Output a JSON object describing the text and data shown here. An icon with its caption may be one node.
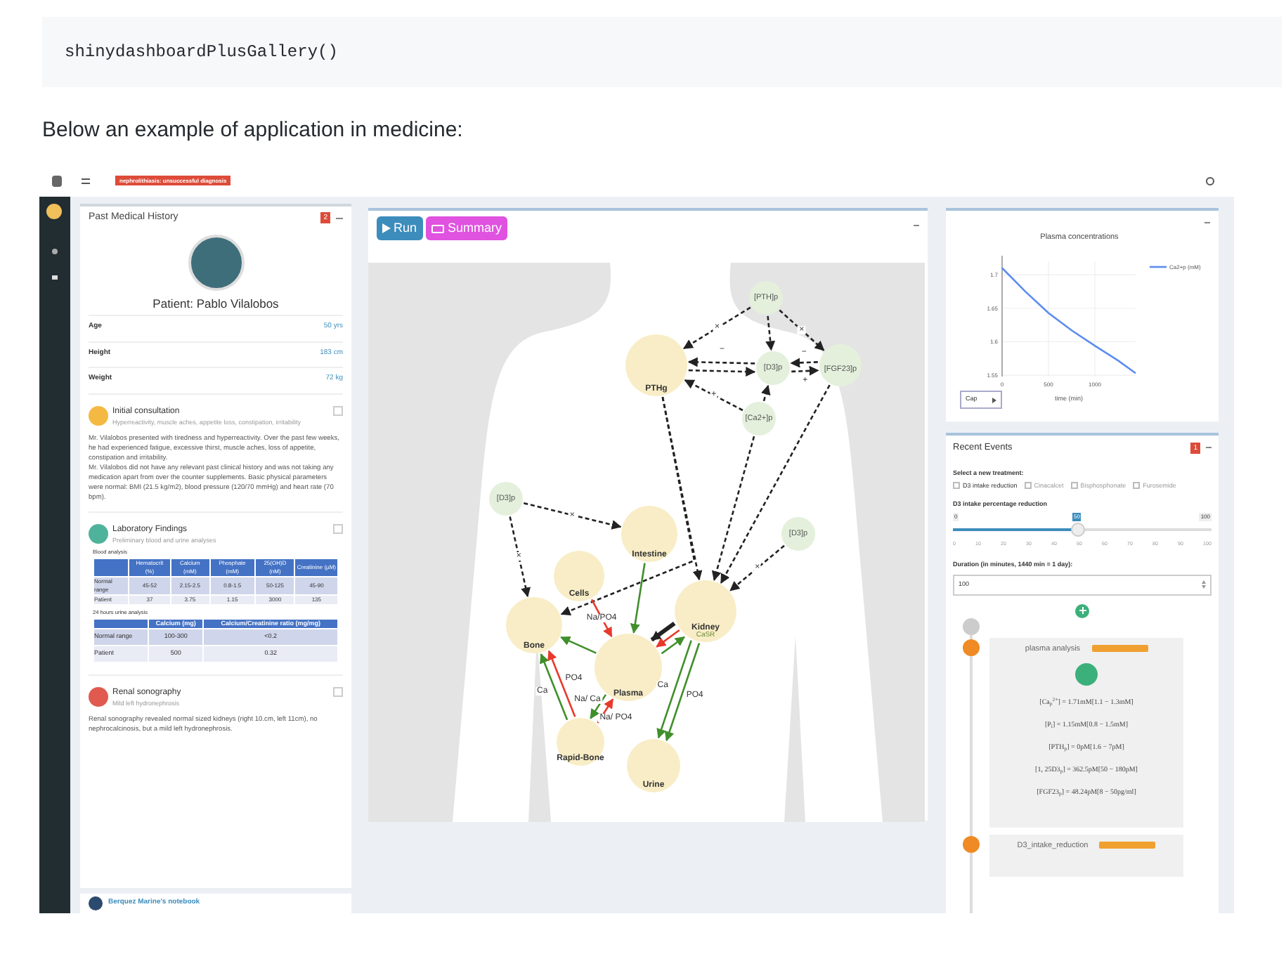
{
  "diagram": {
    "nodes": [
      {
        "text": [
          "PTHg"
        ]
      },
      {
        "text": [
          "[PTH]p"
        ]
      },
      {
        "text": [
          "[D3]p"
        ]
      },
      {
        "text": [
          "[FGF23]p"
        ]
      },
      {
        "text": [
          "[Ca2+]p"
        ]
      },
      {
        "text": [
          "[D3]p"
        ]
      },
      {
        "text": [
          "[D3]p"
        ]
      },
      {
        "text": [
          "Cells"
        ]
      },
      {
        "text": [
          "Intestine"
        ]
      },
      {
        "text": [
          "Bone"
        ]
      },
      {
        "text": [
          "Kidney",
          "CaSR"
        ]
      },
      {
        "text": [
          "Plasma"
        ]
      },
      {
        "text": [
          "Rapid-Bone"
        ]
      },
      {
        "text": [
          "Urine"
        ]
      }
    ],
    "edges": [
      {
        "from": 1,
        "to": 0,
        "arrow": "to",
        "label": "×",
        "style": "dashed"
      },
      {
        "from": 1,
        "to": 2,
        "arrow": "to",
        "style": "dashed"
      },
      {
        "from": 1,
        "to": 3,
        "arrow": "to",
        "label": "×",
        "style": "dashed"
      },
      {
        "from": 2,
        "to": 0,
        "arrow": "to",
        "label": "−",
        "style": "dashed"
      },
      {
        "from": 0,
        "to": 2,
        "arrow": "to",
        "style": "dashed"
      },
      {
        "from": 3,
        "to": 2,
        "arrow": "to",
        "label": "−",
        "style": "dashed"
      },
      {
        "from": 2,
        "to": 3,
        "arrow": "to",
        "label": "+",
        "style": "dashed"
      },
      {
        "from": 4,
        "to": 0,
        "arrow": "to",
        "label": "+",
        "style": "dashed"
      },
      {
        "from": 4,
        "to": 2,
        "arrow": "to",
        "style": "dashed"
      },
      {
        "from": 0,
        "to": 10,
        "arrow": "to",
        "style": "dashed"
      },
      {
        "from": 0,
        "to": 9,
        "arrow": "to",
        "style": "dashed"
      },
      {
        "from": 4,
        "to": 10,
        "arrow": "to",
        "style": "dashed"
      },
      {
        "from": 3,
        "to": 10,
        "arrow": "to",
        "style": "dashed"
      },
      {
        "from": 5,
        "to": 8,
        "arrow": "to",
        "label": "×",
        "style": "dashed"
      },
      {
        "from": 5,
        "to": 9,
        "arrow": "to",
        "label": "×",
        "style": "dashed"
      },
      {
        "from": 6,
        "to": 10,
        "arrow": "to",
        "label": "×",
        "style": "dashed"
      },
      {
        "from": 7,
        "to": 11,
        "arrow": "to",
        "label": "Na/PO4",
        "color": "#e8392b"
      },
      {
        "from": 8,
        "to": 11,
        "arrow": "to",
        "color": "#3f8f2a"
      },
      {
        "from": 11,
        "to": 9,
        "arrow": "to",
        "color": "#3f8f2a"
      },
      {
        "from": 11,
        "to": 10,
        "arrow": "to",
        "color": "#3f8f2a"
      },
      {
        "from": 10,
        "to": 11,
        "arrow": "to",
        "color": "#e8392b"
      },
      {
        "from": 12,
        "to": 9,
        "arrow": "to",
        "label": "PO4",
        "color": "#e8392b"
      },
      {
        "from": 12,
        "to": 9,
        "arrow": "to",
        "label": "Ca",
        "color": "#3f8f2a"
      },
      {
        "from": 12,
        "to": 11,
        "arrow": "to",
        "label": "Na/ PO4",
        "color": "#e8392b"
      },
      {
        "from": 11,
        "to": 12,
        "arrow": "to",
        "label": "Na/ Ca",
        "color": "#3f8f2a"
      },
      {
        "from": 10,
        "to": 13,
        "arrow": "to",
        "label": "PO4",
        "color": "#3f8f2a"
      },
      {
        "from": 10,
        "to": 13,
        "arrow": "to",
        "label": "Ca",
        "color": "#3f8f2a"
      },
      {
        "from": 10,
        "to": 11,
        "arrow": "to",
        "style": "thick"
      }
    ],
    "labels": [
      "shinydashboardPlusGallery()",
      "Below an example of application in medicine:",
      "nephrolithiasis: unsuccessful diagnosis",
      "Past Medical History",
      "2",
      "Patient: Pablo Vilalobos",
      "Age",
      "50 yrs",
      "Height",
      "183 cm",
      "Weight",
      "72 kg",
      "Initial consultation",
      "Hyperreactivity, muscle aches, appetite loss, constipation, irritability",
      "Mr. Vilalobos presented with tiredness and hyperreactivity. Over the past few weeks, he had experienced fatigue, excessive thirst, muscle aches, loss of appetite, constipation and irritability.",
      "Mr. Vilalobos did not have any relevant past clinical history and was not taking any medication apart from over the counter supplements. Basic physical parameters were normal: BMI (21.5 kg/m2), blood pressure (120/70 mmHg) and heart rate (70 bpm).",
      "Laboratory Findings",
      "Preliminary blood and urine analyses",
      "Blood analysis",
      "Hematocrit (%)",
      "Calcium (mM)",
      "Phosphate (mM)",
      "25(OH)D (nM)",
      "Creatinine (µM)",
      "Normal range",
      "45-52",
      "2.15-2.5",
      "0.8-1.5",
      "50-125",
      "45-90",
      "Patient",
      "37",
      "3.75",
      "1.15",
      "3000",
      "135",
      "24 hours urine analysis",
      "Calcium (mg)",
      "Calcium/Creatinine ratio (mg/mg)",
      "Normal range",
      "100-300",
      "<0.2",
      "Patient",
      "500",
      "0.32",
      "Renal sonography",
      "Mild left hydronephrosis",
      "Renal sonography revealed normal sized kidneys (right 10.cm, left 11cm), no nephrocalcinosis, but a mild left hydronephrosis.",
      "Berquez Marine's notebook",
      "Run",
      "Summary",
      "Cap",
      "Recent Events",
      "1",
      "Select a new treatment:",
      "D3 intake reduction",
      "Cinacalcet",
      "Bisphosphonate",
      "Furosemide",
      "D3 intake percentage reduction",
      "0",
      "50",
      "100",
      "0",
      "10",
      "20",
      "30",
      "40",
      "50",
      "60",
      "70",
      "80",
      "90",
      "100",
      "Duration (in minutes, 1440 min = 1 day):",
      "100",
      "plasma analysis",
      "[Ca$_{p}$$^{2+}$] = 1.71mM[1.1 − 1.3mM]",
      "[P$_{i}$] = 1.15mM[0.8 − 1.5mM]",
      "[PTH$_{p}$] = 0pM[1.6 − 7pM]",
      "[1, 25D3$_{p}$] = 362.5pM[50 − 180pM]",
      "[FGF23$_{p}$] = 48.24pM[8 − 50pg/ml]",
      "D3_intake_reduction"
    ],
    "chart_data": {
      "type": "line",
      "title": "Plasma concentrations",
      "xlabel": "time (min)",
      "x": [
        0,
        250,
        500,
        750,
        1000,
        1250,
        1440
      ],
      "series": [
        {
          "name": "Ca2+p (mM)",
          "color": "#5b8def",
          "values": [
            1.71,
            1.675,
            1.643,
            1.617,
            1.594,
            1.572,
            1.553
          ]
        }
      ],
      "grid": true,
      "xlim": [
        0,
        1440
      ],
      "ylim": [
        1.548,
        1.72
      ],
      "xticks": [
        0,
        500,
        1000
      ],
      "yticks": [
        1.55,
        1.6,
        1.65,
        1.7
      ]
    }
  }
}
